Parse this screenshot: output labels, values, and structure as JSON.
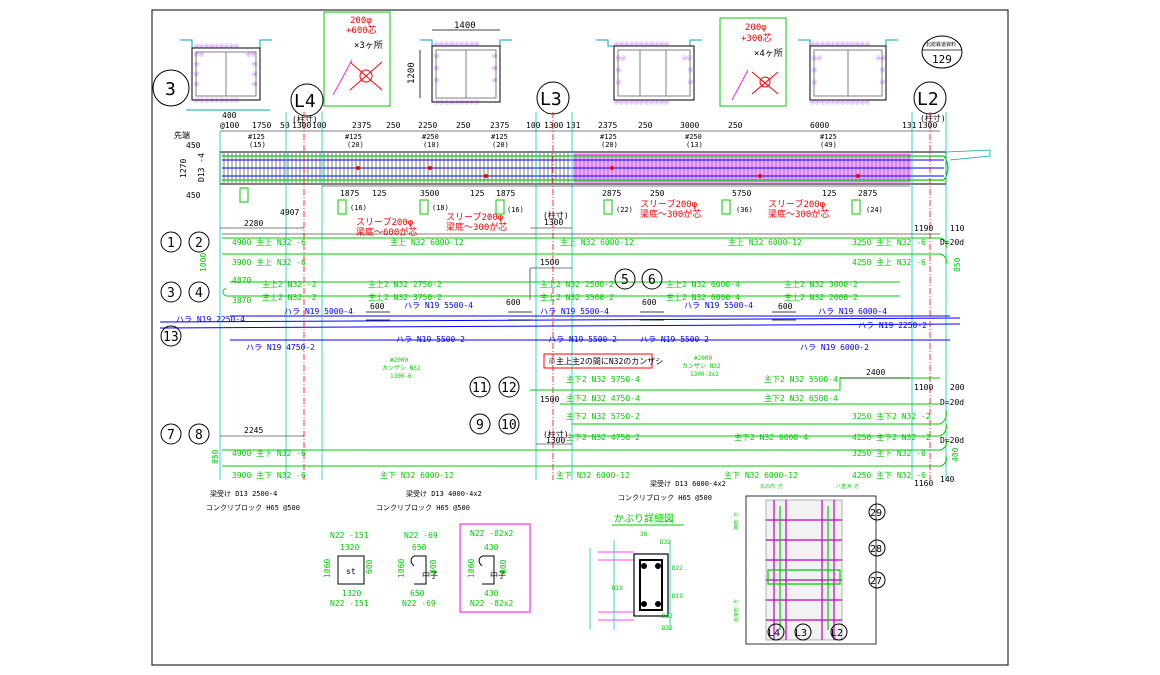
{
  "sheet": {
    "number": "129",
    "title_box": "北総鉄道資料"
  },
  "circles": {
    "c3_big": "3",
    "L4": "L4",
    "L3": "L3",
    "L2": "L2",
    "c1": "1",
    "c2": "2",
    "c3": "3",
    "c4": "4",
    "c5": "5",
    "c6": "6",
    "c7": "7",
    "c8": "8",
    "c9": "9",
    "c10": "10",
    "c11": "11",
    "c12": "12",
    "c13": "13",
    "d_L4": "L4",
    "d_L3": "L3",
    "d_L2": "L2",
    "d27": "27",
    "d28": "28",
    "d29": "29"
  },
  "top": {
    "note1": [
      "200φ",
      "+600芯",
      "×3ヶ所"
    ],
    "note2": [
      "200φ",
      "+300芯",
      "×4ヶ所"
    ],
    "dim_1400": "1400",
    "dim_1200": "1200"
  },
  "dims_top": [
    "400",
    "@100",
    "1750",
    "50",
    "1300",
    "100",
    "2375",
    "250",
    "2250",
    "250",
    "2375",
    "100",
    "1300",
    "131",
    "2375",
    "250",
    "3000",
    "250",
    "6000",
    "131",
    "1300"
  ],
  "pitches": [
    "#125",
    "(15)",
    "#125",
    "(20)",
    "#250",
    "(10)",
    "#125",
    "(20)",
    "#125",
    "(20)",
    "#250",
    "(13)",
    "#125",
    "(49)"
  ],
  "left_labels": {
    "sentan": "先端",
    "d450a": "450",
    "d1270": "1270",
    "d13": "D13 -4",
    "d450b": "450"
  },
  "col_label": "(柱寸)",
  "dims_bot": [
    "1875",
    "125",
    "3500",
    "125",
    "1875",
    "2875",
    "250",
    "5750",
    "125",
    "2875"
  ],
  "stirrups": [
    "(16)",
    "(18)",
    "(16)",
    "(22)",
    "(36)",
    "(24)"
  ],
  "sleeves": {
    "s1a": "スリーブ200φ",
    "s1b": "梁底～600が芯",
    "s2a": "スリーブ200φ",
    "s2b": "梁底～300が芯",
    "s3a": "スリーブ200φ",
    "s3b": "梁底～300が芯",
    "s4a": "スリーブ200φ",
    "s4b": "梁底～300が芯"
  },
  "rebar": {
    "d2280": "2280",
    "d4907": "4907",
    "d1300a": "1300",
    "d1190": "1190",
    "d110": "110",
    "r1a": "4900  主上 N32 -6",
    "r1b": "主上 N32 6000-12",
    "r1c": "主上 N32 6000-12",
    "r1d": "主上 N32 6000-12",
    "r1e": "3250  主上 N32 -6",
    "r2a": "3900  主上 N32 -6",
    "r2b": "4250  主上 N32 -6",
    "d1000": "1000",
    "d850r": "850",
    "d20d": "D=20d",
    "d1500a": "1500",
    "r3a": "4870",
    "r3b": "主上2 N32 -2",
    "r3c": "主上2 N32 2750-2",
    "r3d": "主上2 N32 2500-2",
    "r3e": "主上2 N32 6000-4",
    "r3f": "主上2 N32 3000-2",
    "r4a": "3870",
    "r4b": "主上2 N32 -2",
    "r4c": "主上2 N32 3750-2",
    "r4d": "主上2 N32 3500-2",
    "r4e": "主上2 N32 6000-4",
    "r4f": "主上2 N32 2000-2",
    "d600": "600",
    "h1": "ハラ N19 2250-4",
    "h2": "ハラ N19 5000-4",
    "h3": "ハラ N19 5500-4",
    "h4": "ハラ N19 5500-4",
    "h5": "ハラ N19 5500-4",
    "h6": "ハラ N19 6000-4",
    "h7": "ハラ N19 2250-2",
    "h8": "ハラ N19 4750-2",
    "h9": "ハラ N19 5500-2",
    "h10": "ハラ N19 5500-2",
    "h11": "ハラ N19 5500-2",
    "h12": "ハラ N19 6000-2",
    "kan1a": "#2000",
    "kan1b": "カンザシ N32",
    "kan1c": "1300-6",
    "kan2a": "#2000",
    "kan2b": "カンザシ N32",
    "kan2c": "1300-3x2",
    "note_kan": "※主上主2の間にN32のカンザシ",
    "d2400": "2400",
    "d1100": "1100",
    "d200": "200",
    "r11a": "主下2 N32 5750-4",
    "r11b": "主下2 N32 5500-4",
    "r12a": "1500",
    "r12b": "主下2 N32 4750-4",
    "r12c": "主下2 N32 6500-4",
    "r9a": "主下2 N32 5750-2",
    "r9b": "3250  主下2 N32 -2",
    "r10a": "主下2 N32 4750-2",
    "r10b": "主下2 N32 6000-4",
    "r10c": "4250  主下2 N32 -2",
    "d2245": "2245",
    "d1300b": "1300",
    "r7a": "4900  主下 N32 -6",
    "r7b": "主下 N32 6000-12",
    "r7c": "主下 N32 6000-12",
    "r7d": "3250  主下 N32 -6",
    "r8a": "3900  主下 N32 -6",
    "r8b": "主下 N32 6000-12",
    "r8c": "主下 N32 6000-12",
    "r8d": "4250  主下 N32 -6",
    "d850l": "850",
    "d400": "400",
    "d1160": "1160",
    "d140": "140"
  },
  "bottom_notes": {
    "u1": "梁受け D13 2500-4",
    "u2": "梁受け D13 4000-4x2",
    "u3": "梁受け D13 6000-4x2",
    "k1": "コンクリブロック H65 @500",
    "k2": "コンクリブロック H65 @500",
    "k3": "コンクリブロック H65 @500"
  },
  "shapes": {
    "st_top": "N22 -151",
    "st_w": "1320",
    "st_h1": "1060",
    "st_h2": "600",
    "st_label": "st",
    "st_w2": "1320",
    "st_bot": "N22 -151",
    "n1_top": "N22 -69",
    "n1_w": "650",
    "n1_h1": "1060",
    "n1_h2": "800",
    "n1_label": "中子",
    "n1_w2": "650",
    "n1_bot": "N22 -69",
    "n2_top": "N22 -82x2",
    "n2_w": "430",
    "n2_h1": "1060",
    "n2_h2": "800",
    "n2_label": "中子",
    "n2_w2": "430",
    "n2_bot": "N22 -82x2"
  },
  "cover_title": "かぶり詳細図",
  "cover_dims": [
    "38",
    "D32",
    "D22",
    "D19",
    "D19",
    "D32",
    "D32"
  ],
  "detail_labels": {
    "left": "丸の内 方",
    "right": "八重洲 方",
    "side1": "神田 方",
    "side2": "有楽町 方"
  }
}
